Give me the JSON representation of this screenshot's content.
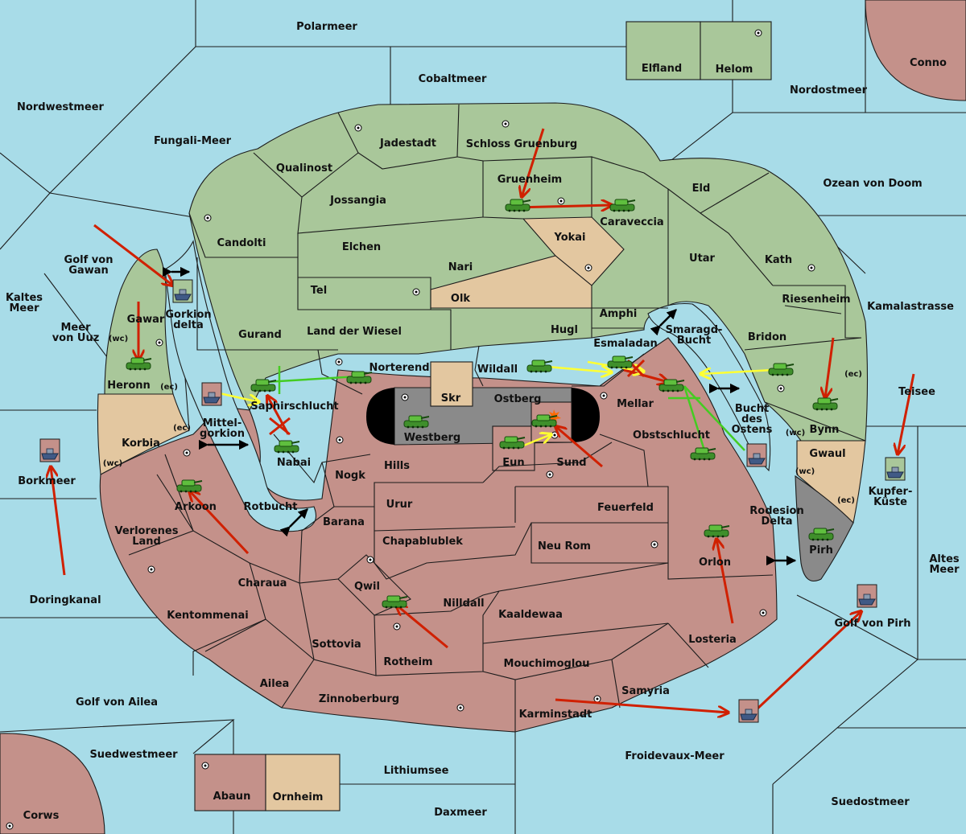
{
  "colors": {
    "sea": "#a8dce8",
    "land_green": "#a9c79a",
    "land_red": "#c4918a",
    "land_neutral": "#e3c7a0",
    "land_grey": "#8a8a8a",
    "order_move": "#d02000",
    "order_support": "#ffff33",
    "order_support_hold": "#44cc22",
    "convoy_arrow": "#000000"
  },
  "seas": {
    "polarmeer": "Polarmeer",
    "cobaltmeer": "Cobaltmeer",
    "nordwestmeer": "Nordwestmeer",
    "fungali": "Fungali-Meer",
    "nordostmeer": "Nordostmeer",
    "conno": "Conno",
    "ozean": "Ozean von Doom",
    "kamalastrasse": "Kamalastrasse",
    "teisee": "Teisee",
    "kaltes": "Kaltes Meer",
    "golf_gawan": "Golf von Gawan",
    "meer_uuz": "Meer von Uuz",
    "borkmeer": "Borkmeer",
    "doringkanal": "Doringkanal",
    "golf_ailea": "Golf von Ailea",
    "suedwestmeer": "Suedwestmeer",
    "lithiumsee": "Lithiumsee",
    "daxmeer": "Daxmeer",
    "froidevaux": "Froidevaux-Meer",
    "suedostmeer": "Suedostmeer",
    "altes": "Altes Meer",
    "golf_pirh": "Golf von Pirh",
    "kupfer": "Kupfer-Küste",
    "rotbucht": "Rotbucht",
    "mittelgorkion": "Mittel-gorkion",
    "gorkion_delta": "Gorkion delta",
    "smaragd": "Smaragd-Bucht",
    "bucht_ostens": "Bucht des Ostens",
    "rodesion": "Rodesion Delta"
  },
  "provinces": {
    "elfland": "Elfland",
    "helom": "Helom",
    "jadestadt": "Jadestadt",
    "schloss": "Schloss Gruenburg",
    "qualinost": "Qualinost",
    "gruenheim": "Gruenheim",
    "eld": "Eld",
    "jossangia": "Jossangia",
    "caraveccia": "Caraveccia",
    "candolti": "Candolti",
    "elchen": "Elchen",
    "yokai": "Yokai",
    "utar": "Utar",
    "kath": "Kath",
    "nari": "Nari",
    "tel": "Tel",
    "olk": "Olk",
    "riesenheim": "Riesenheim",
    "amphi": "Amphi",
    "gawar": "Gawar",
    "gurand": "Gurand",
    "land_wiesel": "Land der Wiesel",
    "hugl": "Hugl",
    "bridon": "Bridon",
    "esmaladan": "Esmaladan",
    "heronn": "Heronn",
    "norterend": "Norterend",
    "wildall": "Wildall",
    "skr": "Skr",
    "ostberg": "Ostberg",
    "mellar": "Mellar",
    "saphirschlucht": "Saphirschlucht",
    "westberg": "Westberg",
    "bynn": "Bynn",
    "korbia": "Korbia",
    "obstschlucht": "Obstschlucht",
    "nabai": "Nabai",
    "hills": "Hills",
    "eun": "Eun",
    "sund": "Sund",
    "gwaul": "Gwaul",
    "nogk": "Nogk",
    "arkoon": "Arkoon",
    "urur": "Urur",
    "feuerfeld": "Feuerfeld",
    "verlorenes": "Verlorenes Land",
    "barana": "Barana",
    "chapablublek": "Chapablublek",
    "neu_rom": "Neu Rom",
    "orlon": "Orlon",
    "pirh": "Pirh",
    "charaua": "Charaua",
    "qwil": "Qwil",
    "nilldall": "Nilldall",
    "kaaldewaa": "Kaaldewaa",
    "kentommenai": "Kentommenai",
    "losteria": "Losteria",
    "sottovia": "Sottovia",
    "rotheim": "Rotheim",
    "mouchimoglou": "Mouchimoglou",
    "ailea": "Ailea",
    "samyria": "Samyria",
    "zinnoberburg": "Zinnoberburg",
    "karminstadt": "Karminstadt",
    "abaun": "Abaun",
    "ornheim": "Ornheim",
    "corws": "Corws"
  },
  "coast_tags": {
    "wc": "(wc)",
    "ec": "(ec)"
  },
  "units": [
    {
      "type": "army",
      "owner": "green",
      "province": "Gruenheim"
    },
    {
      "type": "army",
      "owner": "green",
      "province": "Caraveccia"
    },
    {
      "type": "fleet",
      "owner": "green",
      "province": "Gorkion delta"
    },
    {
      "type": "army",
      "owner": "green",
      "province": "Heronn"
    },
    {
      "type": "army",
      "owner": "green",
      "province": "Saphirschlucht"
    },
    {
      "type": "army",
      "owner": "green",
      "province": "Norterend"
    },
    {
      "type": "fleet",
      "owner": "red",
      "province": "Mittelgorkion"
    },
    {
      "type": "army",
      "owner": "green",
      "province": "Nabai"
    },
    {
      "type": "army",
      "owner": "green",
      "province": "Westberg"
    },
    {
      "type": "army",
      "owner": "green",
      "province": "Ostberg"
    },
    {
      "type": "army",
      "owner": "green",
      "province": "Eun"
    },
    {
      "type": "army",
      "owner": "green",
      "province": "Wildall"
    },
    {
      "type": "army",
      "owner": "green",
      "province": "Esmaladan"
    },
    {
      "type": "army",
      "owner": "green",
      "province": "Mellar"
    },
    {
      "type": "army",
      "owner": "green",
      "province": "Bridon"
    },
    {
      "type": "army",
      "owner": "green",
      "province": "Bynn"
    },
    {
      "type": "army",
      "owner": "green",
      "province": "Obstschlucht"
    },
    {
      "type": "fleet",
      "owner": "red",
      "province": "Bucht des Ostens"
    },
    {
      "type": "army",
      "owner": "green",
      "province": "Arkoon"
    },
    {
      "type": "army",
      "owner": "green",
      "province": "Orlon"
    },
    {
      "type": "army",
      "owner": "green",
      "province": "Pirh"
    },
    {
      "type": "army",
      "owner": "green",
      "province": "Qwil"
    },
    {
      "type": "fleet",
      "owner": "red",
      "province": "Borkmeer"
    },
    {
      "type": "fleet",
      "owner": "green",
      "province": "Kupfer-Küste"
    },
    {
      "type": "fleet",
      "owner": "red",
      "province": "Golf von Pirh"
    },
    {
      "type": "fleet",
      "owner": "red",
      "province": "Froidevaux-Meer"
    }
  ]
}
